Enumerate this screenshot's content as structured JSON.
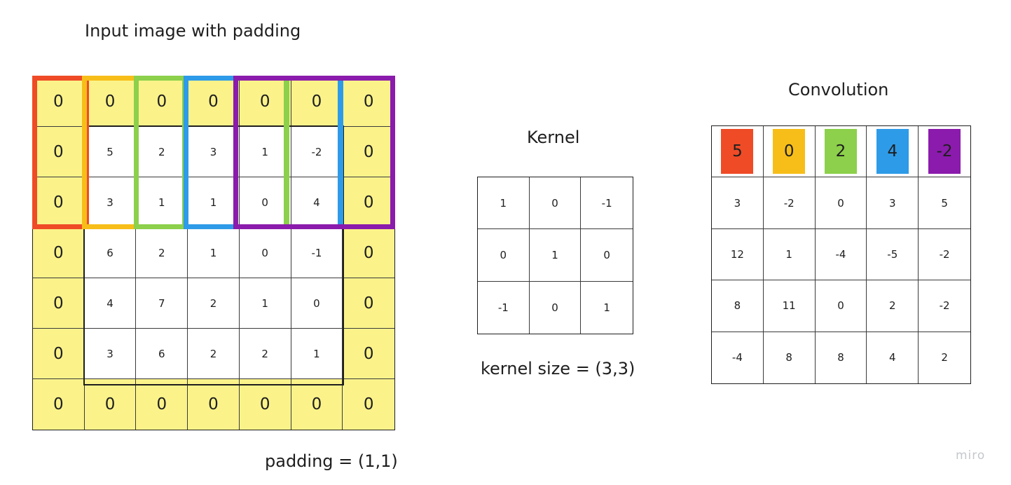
{
  "titles": {
    "input": "Input image with padding",
    "kernel": "Kernel",
    "convolution": "Convolution"
  },
  "labels": {
    "padding": "padding = (1,1)",
    "kernel_size": "kernel size = (3,3)"
  },
  "watermark": "miro",
  "colors": {
    "red": "#ef4b27",
    "orange": "#f7be19",
    "green": "#8cd04b",
    "blue": "#2e9be8",
    "purple": "#8b1bac",
    "padding": "#fbf38a"
  },
  "input_grid": [
    [
      "0",
      "0",
      "0",
      "0",
      "0",
      "0",
      "0"
    ],
    [
      "0",
      "5",
      "2",
      "3",
      "1",
      "-2",
      "0"
    ],
    [
      "0",
      "3",
      "1",
      "1",
      "0",
      "4",
      "0"
    ],
    [
      "0",
      "6",
      "2",
      "1",
      "0",
      "-1",
      "0"
    ],
    [
      "0",
      "4",
      "7",
      "2",
      "1",
      "0",
      "0"
    ],
    [
      "0",
      "3",
      "6",
      "2",
      "2",
      "1",
      "0"
    ],
    [
      "0",
      "0",
      "0",
      "0",
      "0",
      "0",
      "0"
    ]
  ],
  "kernel_grid": [
    [
      "1",
      "0",
      "-1"
    ],
    [
      "0",
      "1",
      "0"
    ],
    [
      "-1",
      "0",
      "1"
    ]
  ],
  "convolution_header": [
    {
      "value": "5",
      "color": "#ef4b27"
    },
    {
      "value": "0",
      "color": "#f7be19"
    },
    {
      "value": "2",
      "color": "#8cd04b"
    },
    {
      "value": "4",
      "color": "#2e9be8"
    },
    {
      "value": "-2",
      "color": "#8b1bac"
    }
  ],
  "convolution_rows": [
    [
      "3",
      "-2",
      "0",
      "3",
      "5"
    ],
    [
      "12",
      "1",
      "-4",
      "-5",
      "-2"
    ],
    [
      "8",
      "11",
      "0",
      "2",
      "-2"
    ],
    [
      "-4",
      "8",
      "8",
      "4",
      "2"
    ]
  ]
}
